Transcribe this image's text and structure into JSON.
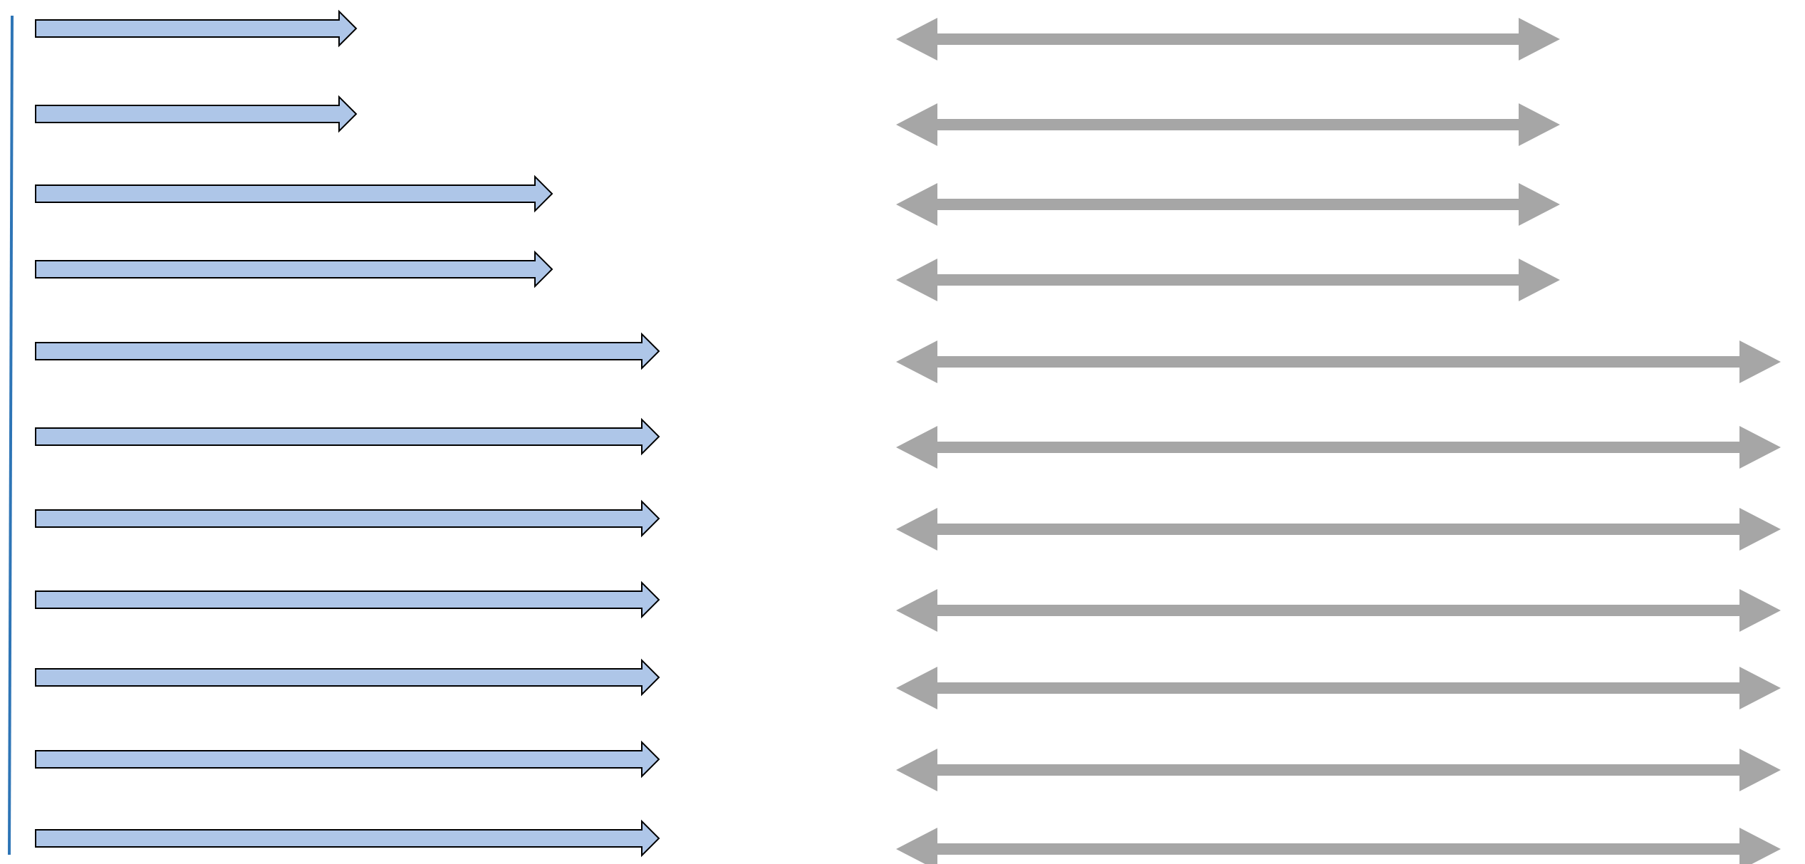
{
  "colors": {
    "background": "#ffffff",
    "axis_line": "#2e75b6",
    "left_arrow_fill": "#aec6e8",
    "left_arrow_stroke": "#000000",
    "right_arrow_fill": "#a6a6a6"
  },
  "rows": [
    {
      "left_arrow": "short",
      "right_arrow": "medium"
    },
    {
      "left_arrow": "short",
      "right_arrow": "medium"
    },
    {
      "left_arrow": "medium",
      "right_arrow": "medium"
    },
    {
      "left_arrow": "medium",
      "right_arrow": "medium"
    },
    {
      "left_arrow": "long",
      "right_arrow": "long"
    },
    {
      "left_arrow": "long",
      "right_arrow": "long"
    },
    {
      "left_arrow": "long",
      "right_arrow": "long"
    },
    {
      "left_arrow": "long",
      "right_arrow": "long"
    },
    {
      "left_arrow": "long",
      "right_arrow": "long"
    },
    {
      "left_arrow": "long",
      "right_arrow": "long"
    },
    {
      "left_arrow": "long",
      "right_arrow": "long"
    }
  ]
}
